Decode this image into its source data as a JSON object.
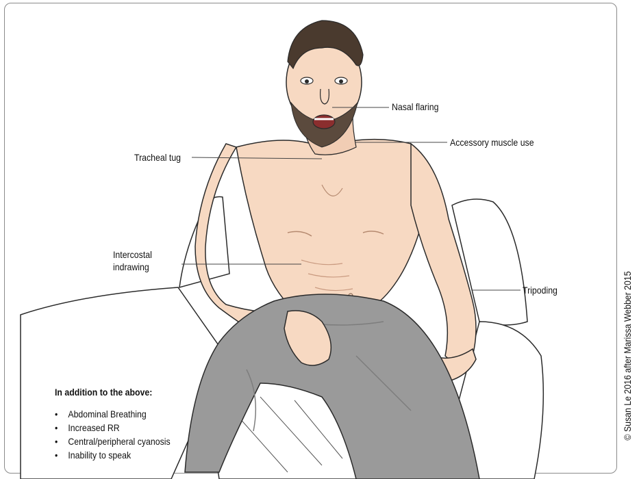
{
  "labels": {
    "nasal_flaring": "Nasal flaring",
    "accessory_muscle_use": "Accessory muscle use",
    "tracheal_tug": "Tracheal tug",
    "intercostal_line1": "Intercostal",
    "intercostal_line2": "indrawing",
    "tripoding": "Tripoding"
  },
  "note": {
    "title": "In addition to the above:",
    "items": [
      "Abdominal Breathing",
      "Increased RR",
      "Central/peripheral cyanosis",
      "Inability to speak"
    ]
  },
  "credit": "© Susan Le 2016 after Marissa Webber 2015",
  "colors": {
    "skin": "#f7d9c2",
    "skin_shadow": "#e3b79d",
    "pants": "#9a9a9a",
    "pants_shadow": "#7d7d7d",
    "hair": "#4a3a2e",
    "beard": "#5b4a3d",
    "outline": "#2a2a2a",
    "leader_line": "#444444"
  }
}
